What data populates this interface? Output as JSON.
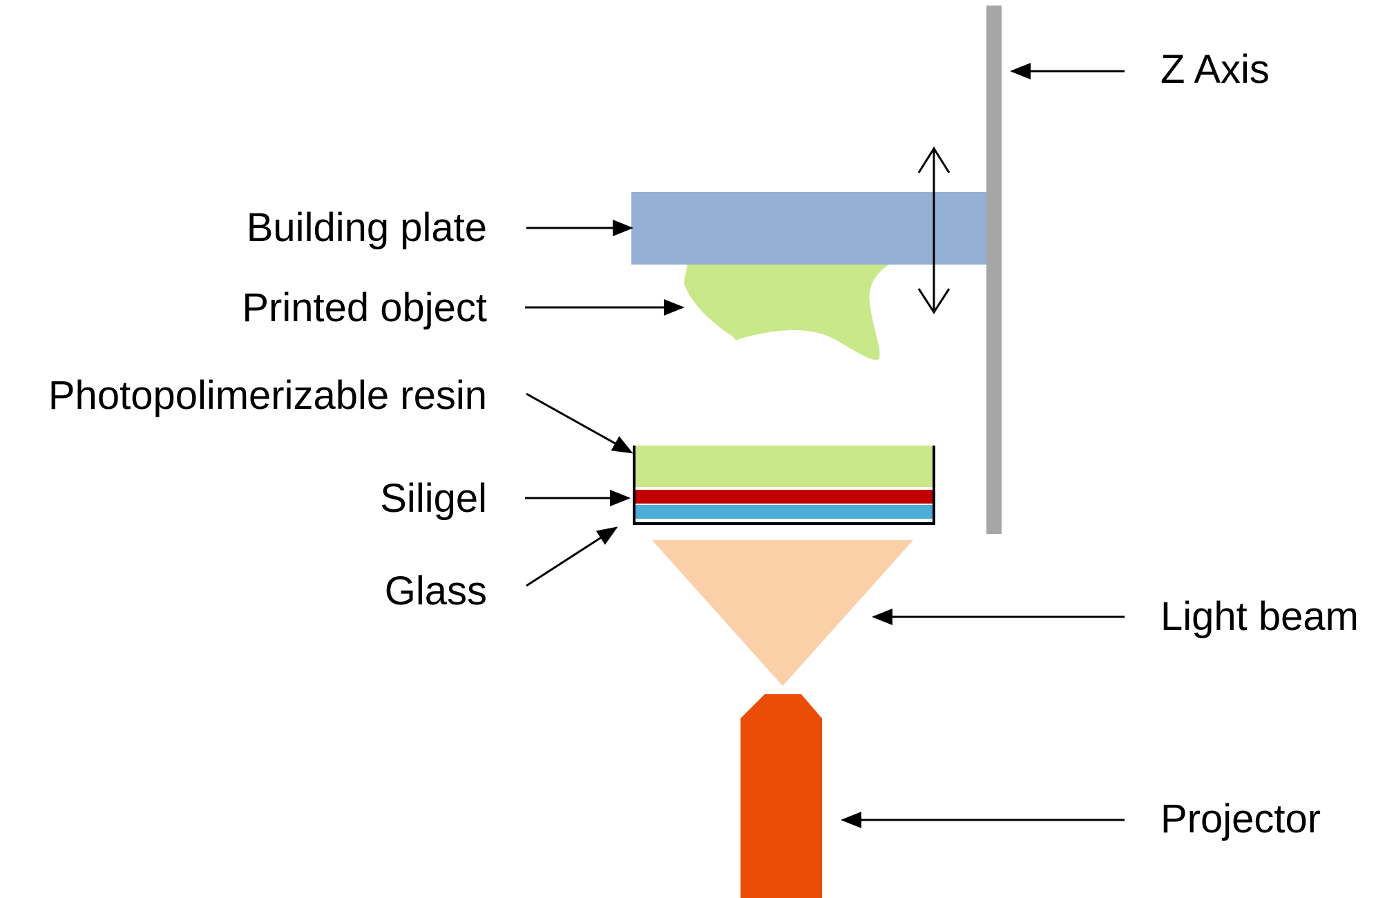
{
  "labels": {
    "z_axis": "Z Axis",
    "building_plate": "Building plate",
    "printed_object": "Printed object",
    "resin": "Photopolimerizable resin",
    "siligel": "Siligel",
    "glass": "Glass",
    "light_beam": "Light beam",
    "projector": "Projector"
  },
  "colors": {
    "z_axis": "#a6a6a6",
    "building_plate": "#95b0d5",
    "printed_object": "#c9e88a",
    "resin": "#c9e88a",
    "siligel": "#c00000",
    "glass": "#4bacd6",
    "light_beam": "#fbd0a8",
    "projector": "#ea4d07"
  }
}
